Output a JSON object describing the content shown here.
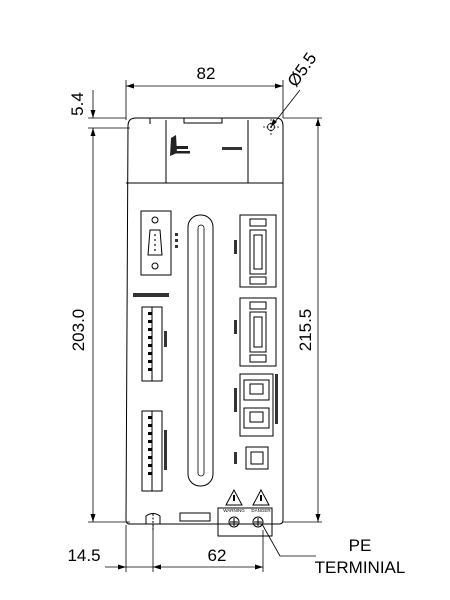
{
  "dimensions": {
    "top_width": "82",
    "hole_diameter": "Ø5.5",
    "top_offset": "5.4",
    "height_inner": "203.0",
    "height_outer": "215.5",
    "bottom_offset": "14.5",
    "bottom_spacing": "62"
  },
  "callout": {
    "line1": "PE",
    "line2": "TERMINIAL"
  },
  "panel_labels": {
    "warning_1": "WARNING",
    "warning_2": "DANGER"
  }
}
